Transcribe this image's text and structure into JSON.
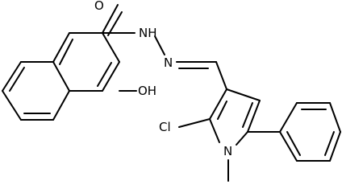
{
  "structure": {
    "labels": {
      "carbonyl_oxygen": "O",
      "hydrazide_nh": "NH",
      "hydrazide_n": "N",
      "hydroxyl": "OH",
      "chlorine": "Cl",
      "pyrrole_n": "N",
      "n_methyl": ""
    }
  }
}
